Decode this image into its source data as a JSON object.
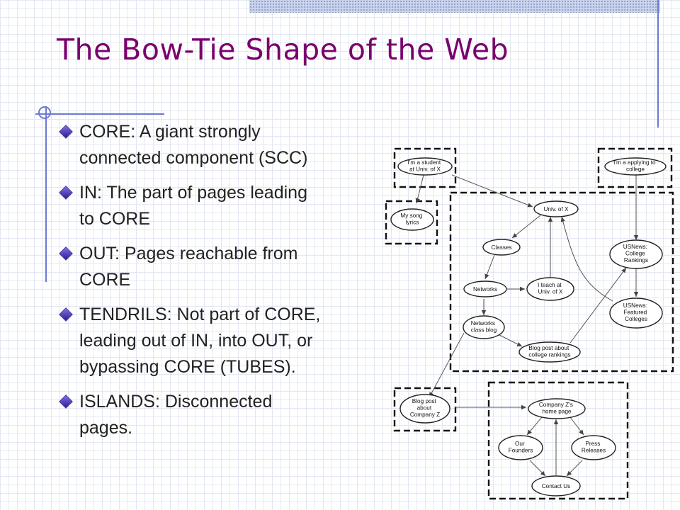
{
  "slide": {
    "title": "The Bow-Tie Shape of the Web",
    "bullets": [
      {
        "lines": [
          "CORE: A giant strongly",
          "connected component (SCC)"
        ]
      },
      {
        "lines": [
          "IN: The part of pages leading",
          "to CORE"
        ]
      },
      {
        "lines": [
          "OUT: Pages reachable from",
          "CORE"
        ]
      },
      {
        "lines": [
          "TENDRILS: Not part of CORE,",
          "leading out of IN, into OUT, or",
          "bypassing CORE (TUBES)."
        ]
      },
      {
        "lines": [
          "ISLANDS: Disconnected",
          "pages."
        ]
      }
    ]
  },
  "diagram": {
    "nodes": {
      "student": [
        "I'm a student",
        "at Univ. of X"
      ],
      "applying": [
        "I'm a applying to",
        "college"
      ],
      "song": [
        "My song",
        "lyrics"
      ],
      "univ": [
        "Univ. of X"
      ],
      "classes": [
        "Classes"
      ],
      "networks": [
        "Networks"
      ],
      "teach": [
        "I teach at",
        "Univ. of X"
      ],
      "netblog": [
        "Networks",
        "class blog"
      ],
      "rankpost": [
        "Blog post about",
        "college rankings"
      ],
      "usnrank": [
        "USNews:",
        "College",
        "Rankings"
      ],
      "usnfeat": [
        "USNews:",
        "Featured",
        "Colleges"
      ],
      "blogz": [
        "Blog post",
        "about",
        "Company Z"
      ],
      "companyz": [
        "Company Z's",
        "home page"
      ],
      "founders": [
        "Our",
        "Founders"
      ],
      "press": [
        "Press",
        "Releases"
      ],
      "contact": [
        "Contact Us"
      ]
    }
  }
}
